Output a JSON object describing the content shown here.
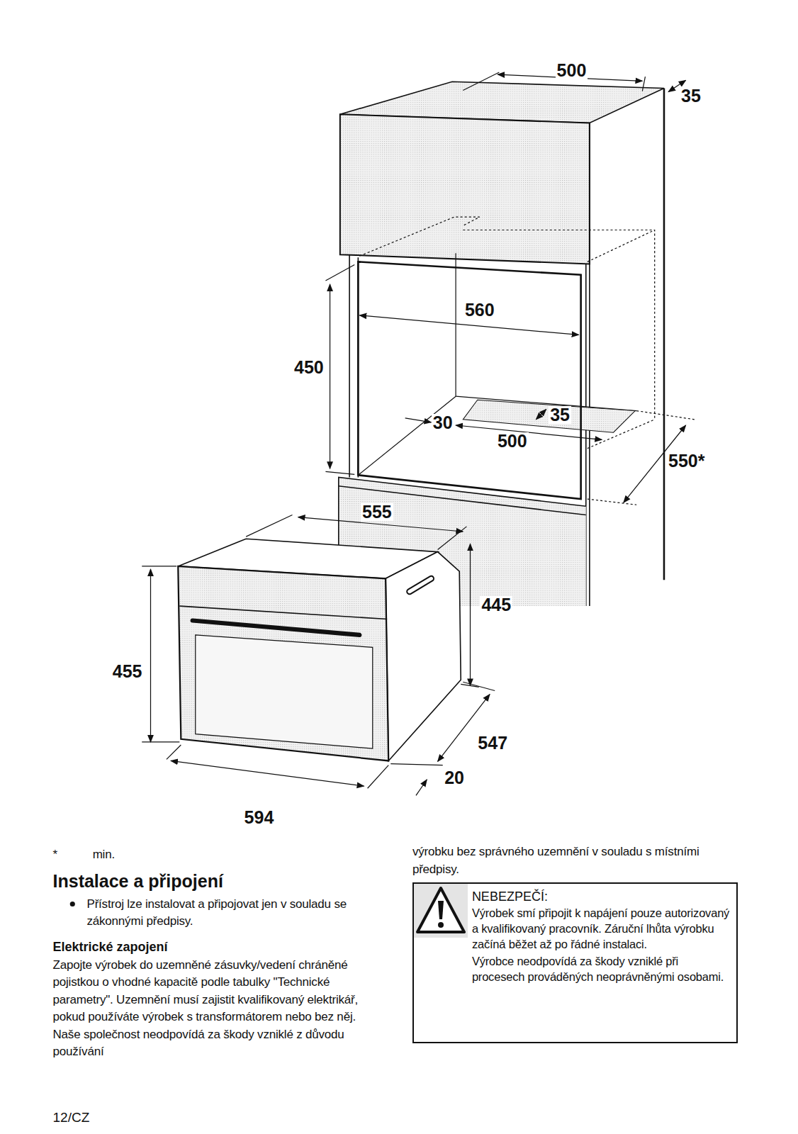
{
  "diagram": {
    "title": "Instalace a připojení",
    "nodes": [
      {
        "text": [
          "NEBEZPEČÍ:",
          "Výrobek smí připojit k napájení pouze autorizovaný a kvalifikovaný pracovník. Záruční lhůta výrobku začíná běžet až po řádné instalaci.",
          "Výrobce neodpovídá za škody vzniklé při procesech prováděných neoprávněnými osobami."
        ]
      }
    ],
    "labels": [
      "500",
      "35",
      "560",
      "450",
      "35",
      "30",
      "500",
      "550*",
      "555",
      "445",
      "455",
      "547",
      "20",
      "594",
      "*",
      "min.",
      "Přístroj lze instalovat a připojovat jen v souladu se zákonnými předpisy.",
      "Elektrické zapojení",
      "Zapojte výrobek do uzemněné zásuvky/vedení chráněné pojistkou o vhodné kapacitě podle tabulky \"Technické parametry\". Uzemnění musí zajistit kvalifikovaný elektrikář, pokud používáte výrobek s transformátorem nebo bez něj. Naše společnost neodpovídá za škody vzniklé z důvodu používání",
      "výrobku bez správného uzemnění v souladu s místními předpisy.",
      "12/CZ"
    ]
  }
}
